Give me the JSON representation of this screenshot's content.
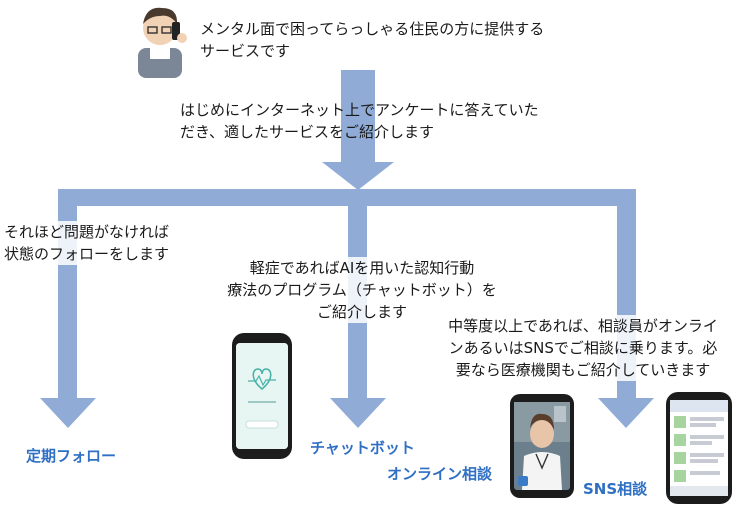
{
  "intro": {
    "line1": "メンタル面で困ってらっしゃる住民の方に提供する",
    "line2": "サービスです"
  },
  "survey": {
    "line1": "はじめにインターネット上でアンケートに答えていた",
    "line2": "だき、適したサービスをご紹介します"
  },
  "branches": [
    {
      "desc": [
        "それほど問題がなければ",
        "状態のフォローをします"
      ],
      "label": "定期フォロー"
    },
    {
      "desc": [
        "軽症であればAIを用いた認知行動",
        "療法のプログラム（チャットボット）を",
        "ご紹介します"
      ],
      "label": "チャットボット"
    },
    {
      "desc": [
        "中等度以上であれば、相談員がオンライ",
        "ンあるいはSNSでご相談に乗ります。必",
        "要なら医療機関もご紹介していきます"
      ],
      "labels": [
        "オンライン相談",
        "SNS相談"
      ]
    }
  ],
  "colors": {
    "arrow": "#8fabd6",
    "label": "#2f6fc4"
  }
}
